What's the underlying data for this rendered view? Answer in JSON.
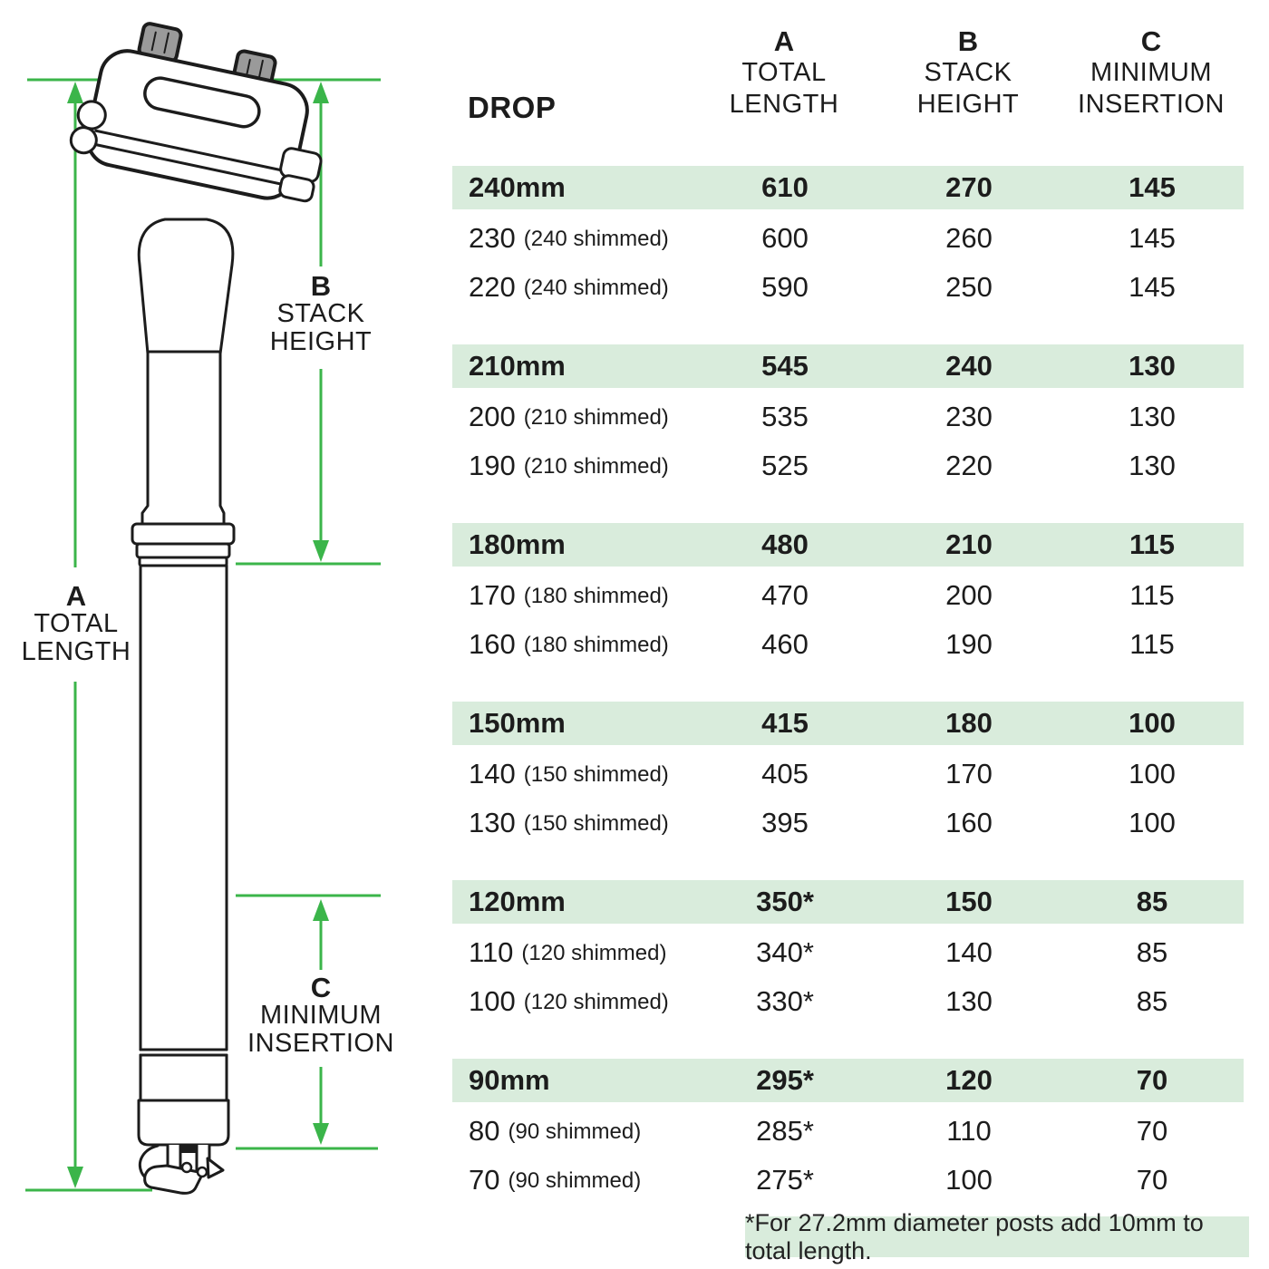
{
  "colors": {
    "dimension_green": "#3bb54a",
    "row_highlight_green": "#d9ecdc",
    "line_art_black": "#1c1c1c"
  },
  "diagram": {
    "label_a": {
      "letter": "A",
      "line1": "TOTAL",
      "line2": "LENGTH"
    },
    "label_b": {
      "letter": "B",
      "line1": "STACK",
      "line2": "HEIGHT"
    },
    "label_c": {
      "letter": "C",
      "line1": "MINIMUM",
      "line2": "INSERTION"
    }
  },
  "table": {
    "header": {
      "drop": "DROP",
      "cols": [
        {
          "letter": "A",
          "cap1": "TOTAL",
          "cap2": "LENGTH"
        },
        {
          "letter": "B",
          "cap1": "STACK",
          "cap2": "HEIGHT"
        },
        {
          "letter": "C",
          "cap1": "MINIMUM",
          "cap2": "INSERTION"
        }
      ]
    },
    "rows": [
      {
        "drop": "240mm",
        "note": "",
        "a": "610",
        "b": "270",
        "c": "145"
      },
      {
        "drop": "230",
        "note": "(240 shimmed)",
        "a": "600",
        "b": "260",
        "c": "145"
      },
      {
        "drop": "220",
        "note": "(240 shimmed)",
        "a": "590",
        "b": "250",
        "c": "145"
      },
      {
        "drop": "210mm",
        "note": "",
        "a": "545",
        "b": "240",
        "c": "130"
      },
      {
        "drop": "200",
        "note": "(210 shimmed)",
        "a": "535",
        "b": "230",
        "c": "130"
      },
      {
        "drop": "190",
        "note": "(210 shimmed)",
        "a": "525",
        "b": "220",
        "c": "130"
      },
      {
        "drop": "180mm",
        "note": "",
        "a": "480",
        "b": "210",
        "c": "115"
      },
      {
        "drop": "170",
        "note": "(180 shimmed)",
        "a": "470",
        "b": "200",
        "c": "115"
      },
      {
        "drop": "160",
        "note": "(180 shimmed)",
        "a": "460",
        "b": "190",
        "c": "115"
      },
      {
        "drop": "150mm",
        "note": "",
        "a": "415",
        "b": "180",
        "c": "100"
      },
      {
        "drop": "140",
        "note": "(150 shimmed)",
        "a": "405",
        "b": "170",
        "c": "100"
      },
      {
        "drop": "130",
        "note": "(150 shimmed)",
        "a": "395",
        "b": "160",
        "c": "100"
      },
      {
        "drop": "120mm",
        "note": "",
        "a": "350*",
        "b": "150",
        "c": "85"
      },
      {
        "drop": "110",
        "note": "(120 shimmed)",
        "a": "340*",
        "b": "140",
        "c": "85"
      },
      {
        "drop": "100",
        "note": "(120 shimmed)",
        "a": "330*",
        "b": "130",
        "c": "85"
      },
      {
        "drop": "90mm",
        "note": "",
        "a": "295*",
        "b": "120",
        "c": "70"
      },
      {
        "drop": "80",
        "note": "(90 shimmed)",
        "a": "285*",
        "b": "110",
        "c": "70"
      },
      {
        "drop": "70",
        "note": "(90 shimmed)",
        "a": "275*",
        "b": "100",
        "c": "70"
      }
    ],
    "footnote": "*For 27.2mm diameter posts add 10mm to total length."
  }
}
